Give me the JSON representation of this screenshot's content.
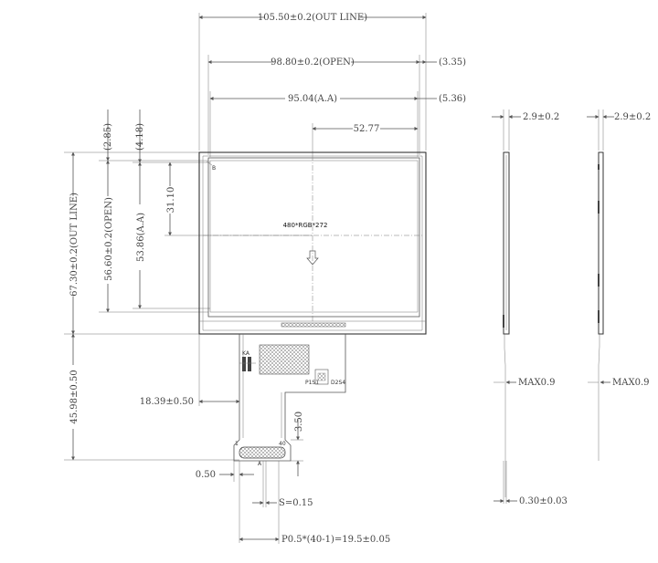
{
  "dimensions": {
    "outline_width": "105.50±0.2(OUT LINE)",
    "open_width": "98.80±0.2(OPEN)",
    "aa_width": "95.04(A.A)",
    "half_width": "52.77",
    "right_gap_1": "(3.35)",
    "right_gap_2": "(5.36)",
    "top_gap_1": "(2.85)",
    "top_gap_2": "(4.18)",
    "outline_height": "67.30±0.2(OUT LINE)",
    "open_height": "56.60±0.2(OPEN)",
    "aa_height": "53.86(A.A)",
    "half_height": "31.10",
    "fpc_length": "45.98±0.50",
    "fpc_offset": "18.39±0.50",
    "fpc_tail": "3.50",
    "pitch_edge": "0.50",
    "pin_width": "S=0.15",
    "pin_pitch": "P0.5*(40-1)=19.5±0.05"
  },
  "labels": {
    "resolution": "480*RGB*272",
    "corner_mark": "B",
    "ka_label": "KA",
    "pin1": "P1S1",
    "pin2": "D2S4",
    "connector_label": "A",
    "pin_first": "1",
    "pin_last": "40"
  },
  "side_views": {
    "thickness_1": "2.9±0.2",
    "thickness_2": "2.9±0.2",
    "max_1": "MAX0.9",
    "max_2": "MAX0.9",
    "fpc_thickness": "0.30±0.03"
  }
}
